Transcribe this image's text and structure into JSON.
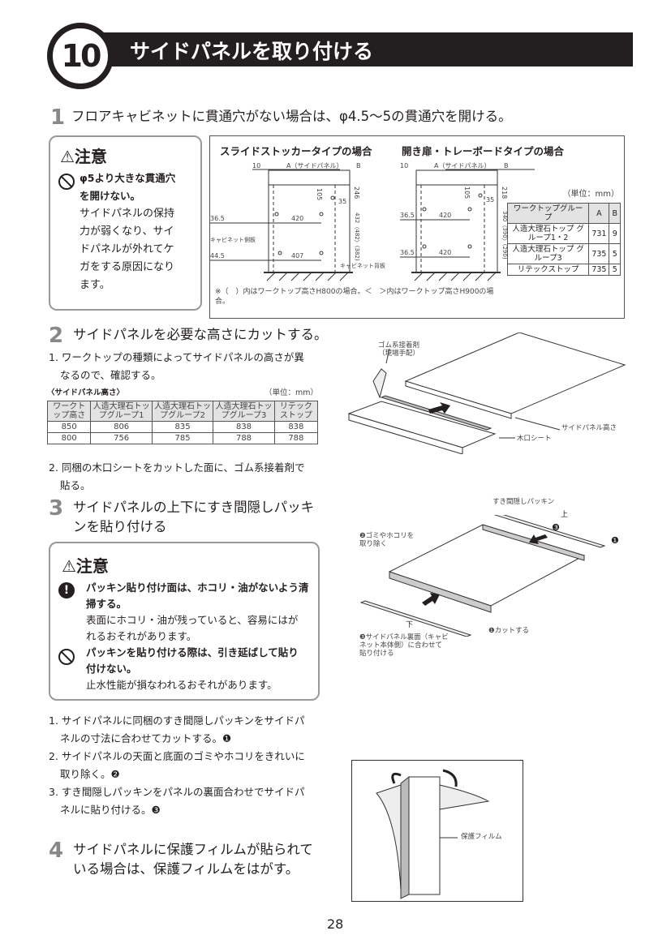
{
  "header": {
    "number": "10",
    "title": "サイドパネルを取り付ける"
  },
  "step1": {
    "num": "1",
    "text": "フロアキャビネットに貫通穴がない場合は、φ4.5〜5の貫通穴を開ける。"
  },
  "caution1": {
    "title": "⚠注意",
    "bold": "φ5より大きな貫通穴を開けない。",
    "lines": [
      "サイドパネルの保持",
      "力が弱くなり、サイ",
      "ドパネルが外れてケ",
      "ガをする原因になり",
      "ます。"
    ],
    "bold_lines": [
      "φ5より大きな貫通穴",
      "を開けない。"
    ]
  },
  "diagram": {
    "left_title": "スライドストッカータイプの場合",
    "right_title": "開き扉・トレーボードタイプの場合",
    "left_labels": {
      "d10": "10",
      "a": "A（サイドパネル）",
      "b": "B",
      "d105": "105",
      "d35": "35",
      "d246": "246",
      "d365": "36.5",
      "d420": "420",
      "d432": "432〈482〉(382)",
      "side": "キャビネット側板",
      "d445": "44.5",
      "d407": "407",
      "back": "キャビネット背板"
    },
    "right_labels": {
      "d10": "10",
      "a": "A（サイドパネル）",
      "b": "B",
      "d105": "105",
      "d35": "35",
      "d218": "218",
      "d365a": "36.5",
      "d420a": "420",
      "d340": "340〈390〉(290)",
      "d365b": "36.5",
      "d420b": "420"
    },
    "note": "※（　）内はワークトップ高さH800の場合。＜　＞内はワークトップ高さH900の場合。",
    "unit": "（単位：mm）",
    "group_table": {
      "headers": [
        "ワークトップグループ",
        "A",
        "B"
      ],
      "rows": [
        [
          "人造大理石トップ グループ1・2",
          "731",
          "9"
        ],
        [
          "人造大理石トップ グループ3",
          "735",
          "5"
        ],
        [
          "リテックストップ",
          "735",
          "5"
        ]
      ]
    }
  },
  "step2": {
    "num": "2",
    "text": "サイドパネルを必要な高さにカットする。",
    "item1": [
      "1. ワークトップの種類によってサイドパネルの高さが異",
      "なるので、確認する。"
    ],
    "table_caption": "〈サイドパネル高さ〉",
    "unit": "（単位：mm）",
    "table": {
      "headers": [
        "ワークトップ高さ",
        "人造大理石トップグループ1",
        "人造大理石トップグループ2",
        "人造大理石トップグループ3",
        "リテックストップ"
      ],
      "rows": [
        [
          "850",
          "806",
          "835",
          "838",
          "838"
        ],
        [
          "800",
          "756",
          "785",
          "788",
          "788"
        ]
      ]
    },
    "item2": [
      "2. 同梱の木口シートをカットした面に、ゴム系接着剤で",
      "貼る。"
    ],
    "fig": {
      "glue": "ゴム系接着剤",
      "glue_sub": "（現場手配）",
      "height": "サイドパネル高さ",
      "sheet": "木口シート"
    }
  },
  "step3": {
    "num": "3",
    "text": [
      "サイドパネルの上下にすき間隠しパッキ",
      "ンを貼り付ける"
    ],
    "fig": {
      "packing": "すき間隠しパッキン",
      "top": "上",
      "bottom": "下",
      "m1": "❶",
      "m3": "❸",
      "dust": "❷ゴミやホコリを",
      "dust2": "取り除く",
      "cut": "❶カットする",
      "back": [
        "❸サイドパネル裏面（キャビ",
        "ネット本体側）に合わせて",
        "貼り付ける"
      ]
    }
  },
  "caution2": {
    "title": "⚠注意",
    "b1": "パッキン貼り付け面は、ホコリ・油がないよう清",
    "b1b": "掃する。",
    "t1": "表面にホコリ・油が残っていると、容易にはが",
    "t1b": "れるおそれがあります。",
    "b2": "パッキンを貼り付ける際は、引き延ばして貼り",
    "b2b": "付けない。",
    "t2": "止水性能が損なわれるおそれがあります。"
  },
  "list3": [
    [
      "1. サイドパネルに同梱のすき間隠しパッキンをサイドパ",
      "ネルの寸法に合わせてカットする。❶"
    ],
    [
      "2. サイドパネルの天面と底面のゴミやホコリをきれいに",
      "取り除く。❷"
    ],
    [
      "3. すき間隠しパッキンをパネルの裏面合わせでサイドパ",
      "ネルに貼り付ける。❸"
    ]
  ],
  "step4": {
    "num": "4",
    "text": [
      "サイドパネルに保護フィルムが貼られて",
      "いる場合は、保護フィルムをはがす。"
    ],
    "fig": {
      "film": "保護フィルム"
    }
  },
  "page_number": "28"
}
